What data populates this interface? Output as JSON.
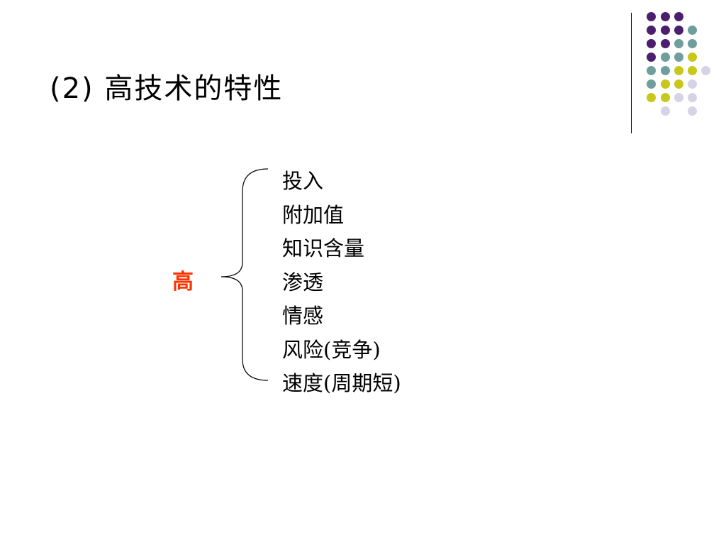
{
  "slide": {
    "title": "(2)  高技术的特性",
    "label": "高",
    "label_color": "#ff3300",
    "items": [
      "投入",
      "附加值",
      "知识含量",
      "渗透",
      "情感",
      "风险(竞争)",
      "速度(周期短)"
    ]
  },
  "decoration": {
    "dot_colors": {
      "purple": "#4b1e6e",
      "teal": "#6f9e9c",
      "yellow": "#c9c719",
      "lavender": "#d5d3e6"
    }
  }
}
